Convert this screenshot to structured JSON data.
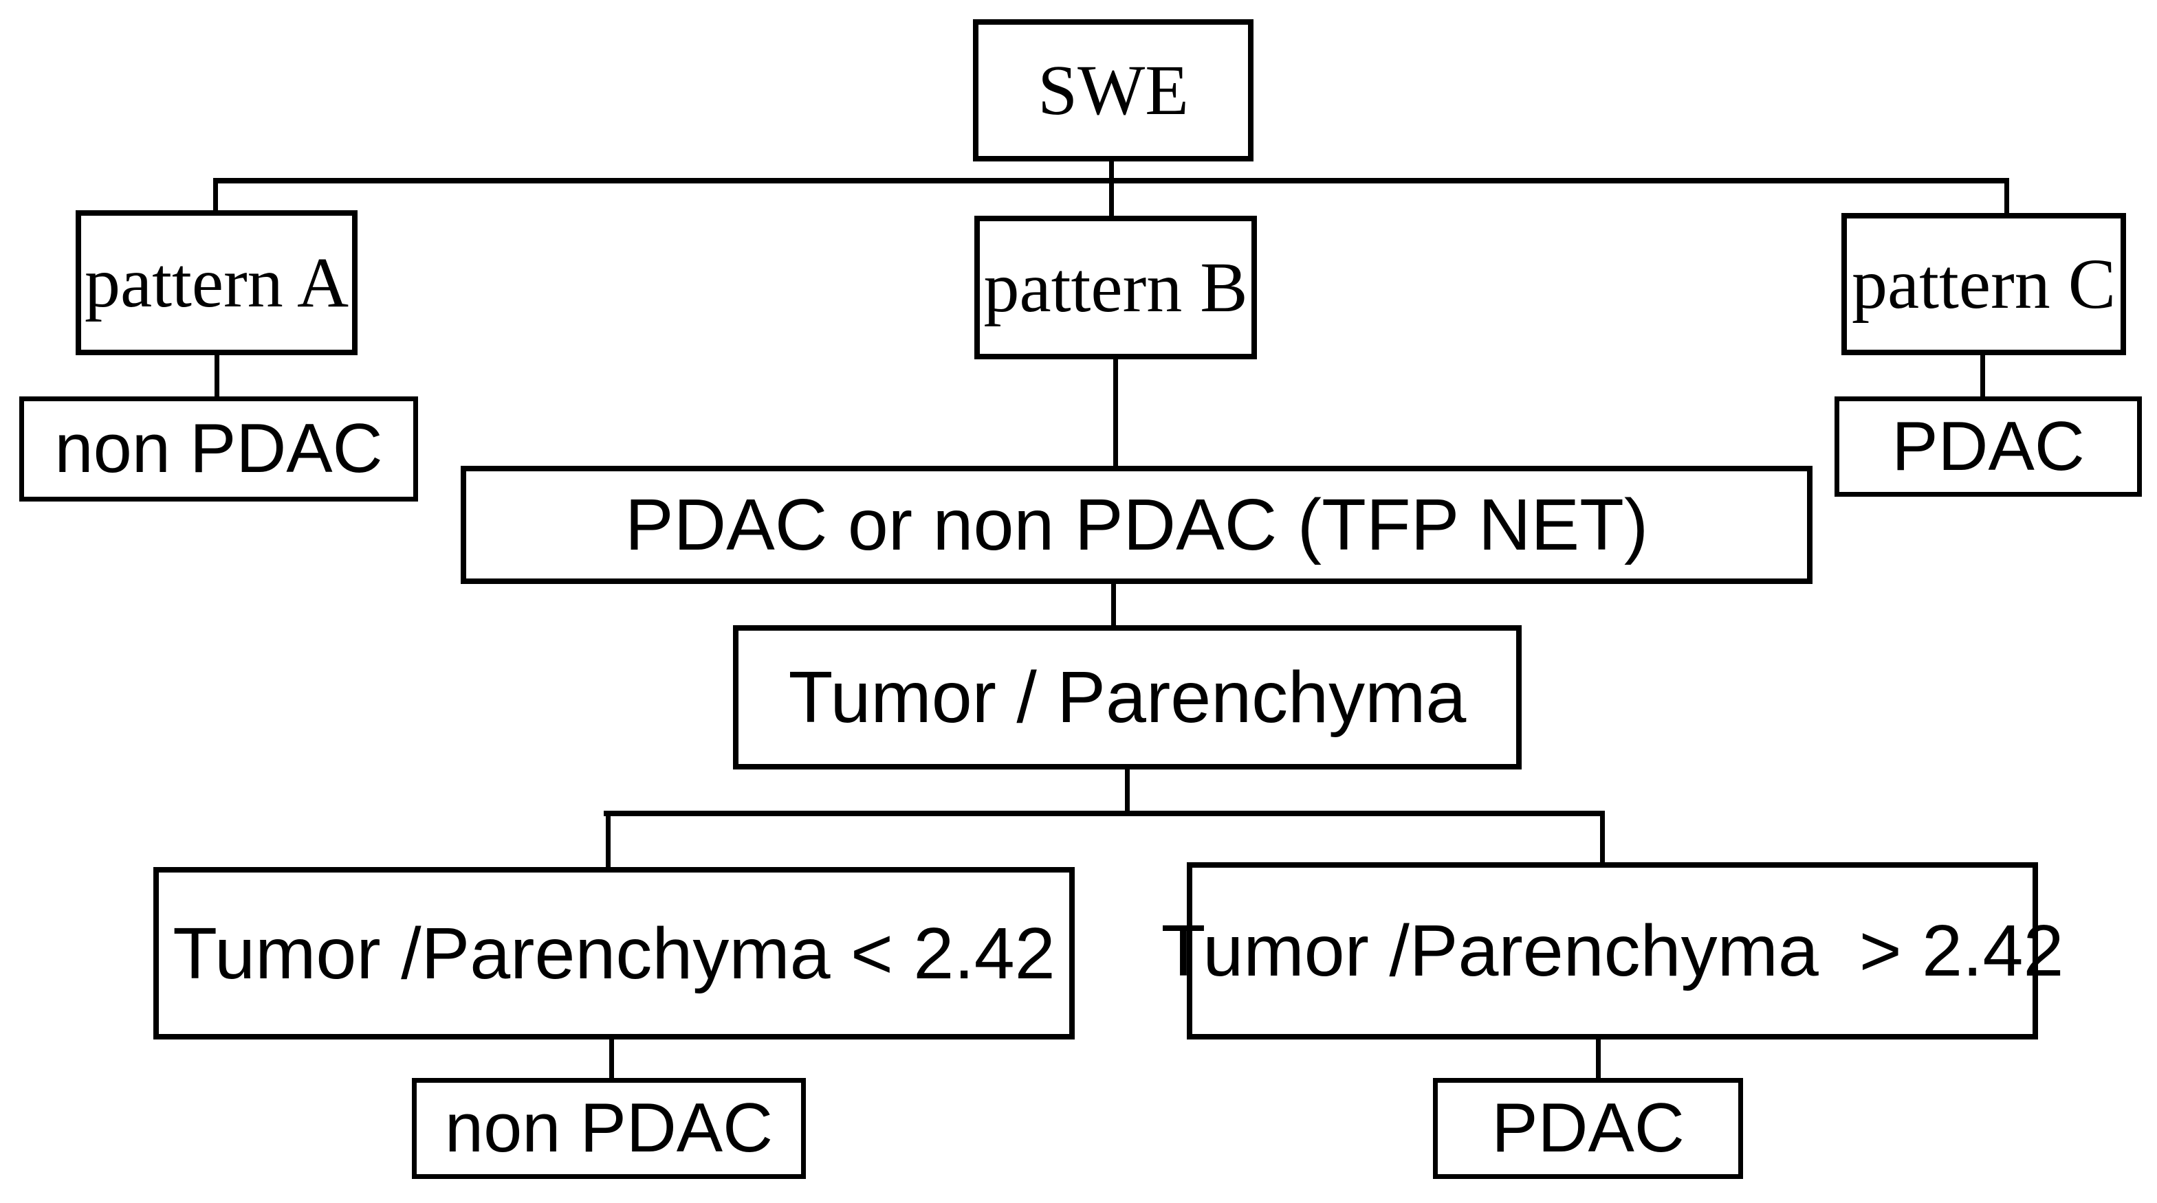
{
  "diagram": {
    "type": "flowchart",
    "description": "SWE shear-wave elastography decision tree for PDAC vs non-PDAC classification",
    "colors": {
      "background": "#ffffff",
      "line": "#000000",
      "text": "#000000",
      "node_fill": "#ffffff"
    },
    "nodes": {
      "swe": {
        "label": "SWE"
      },
      "pattern_a": {
        "label": "pattern A"
      },
      "pattern_b": {
        "label": "pattern B"
      },
      "pattern_c": {
        "label": "pattern C"
      },
      "non_pdac_left": {
        "label": "non PDAC"
      },
      "pdac_right": {
        "label": "PDAC"
      },
      "tfp_net": {
        "label": "PDAC or non PDAC (TFP NET)"
      },
      "tumor_parenchyma": {
        "label": "Tumor / Parenchyma"
      },
      "ratio_lt": {
        "label": "Tumor /Parenchyma < 2.42"
      },
      "ratio_gt": {
        "label": "Tumor /Parenchyma  > 2.42"
      },
      "non_pdac_bottom": {
        "label": "non PDAC"
      },
      "pdac_bottom": {
        "label": "PDAC"
      }
    },
    "edges": [
      {
        "from": "swe",
        "to": "pattern_a"
      },
      {
        "from": "swe",
        "to": "pattern_b"
      },
      {
        "from": "swe",
        "to": "pattern_c"
      },
      {
        "from": "pattern_a",
        "to": "non_pdac_left"
      },
      {
        "from": "pattern_b",
        "to": "tfp_net"
      },
      {
        "from": "pattern_c",
        "to": "pdac_right"
      },
      {
        "from": "tfp_net",
        "to": "tumor_parenchyma"
      },
      {
        "from": "tumor_parenchyma",
        "to": "ratio_lt"
      },
      {
        "from": "tumor_parenchyma",
        "to": "ratio_gt"
      },
      {
        "from": "ratio_lt",
        "to": "non_pdac_bottom"
      },
      {
        "from": "ratio_gt",
        "to": "pdac_bottom"
      }
    ],
    "threshold_value": "2.42"
  }
}
